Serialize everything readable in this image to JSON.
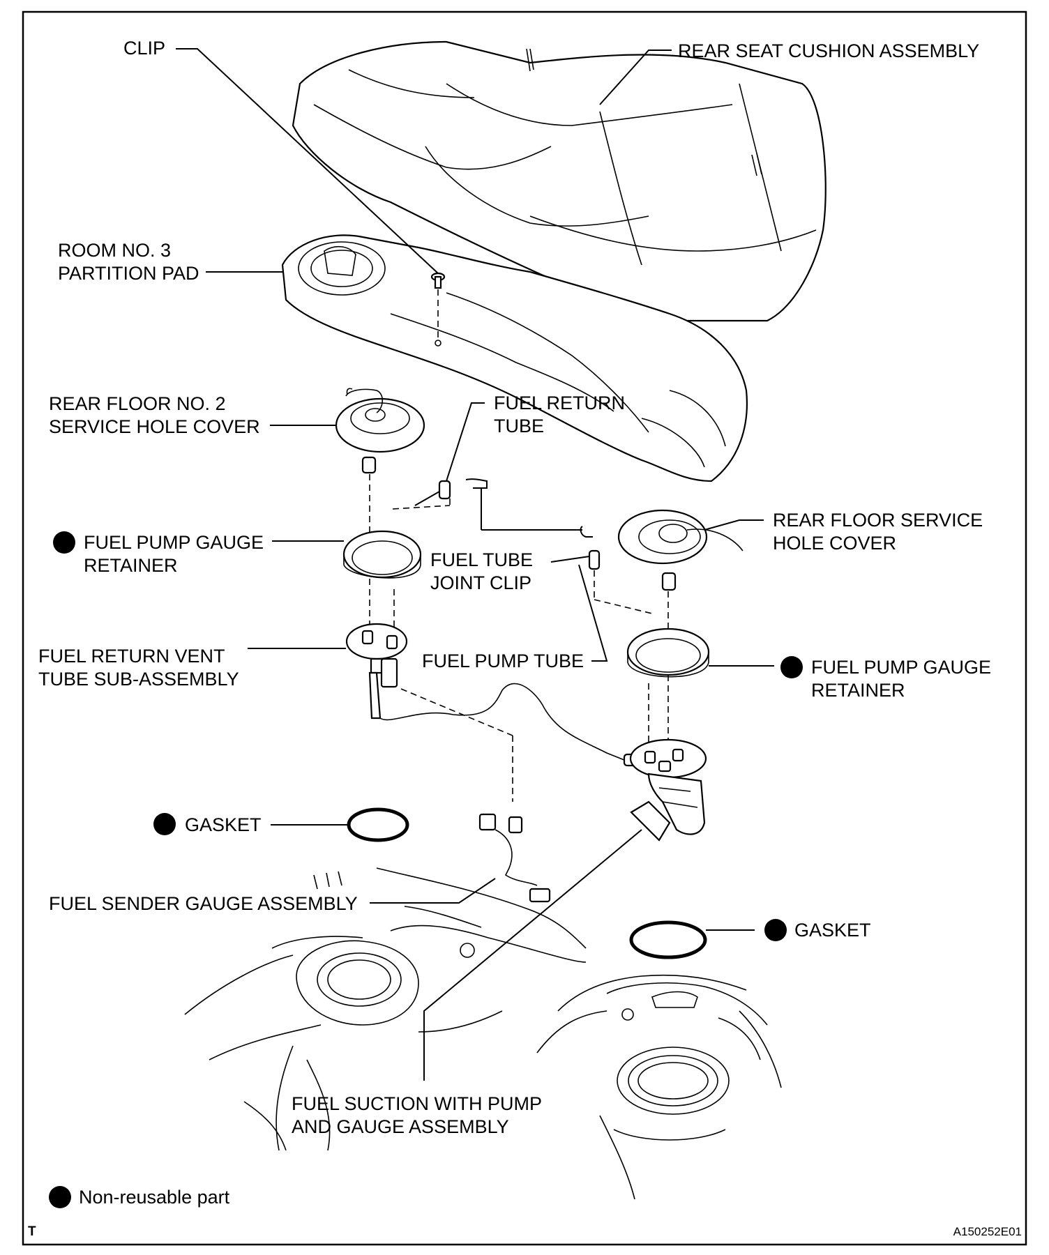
{
  "labels": {
    "clip": "CLIP",
    "rear_seat_cushion": "REAR SEAT CUSHION ASSEMBLY",
    "room_partition_pad_1": "ROOM NO. 3",
    "room_partition_pad_2": "PARTITION PAD",
    "rear_floor_no2_cover_1": "REAR FLOOR NO. 2",
    "rear_floor_no2_cover_2": "SERVICE HOLE COVER",
    "fuel_return_tube_1": "FUEL RETURN",
    "fuel_return_tube_2": "TUBE",
    "left_retainer_1": "FUEL PUMP GAUGE",
    "left_retainer_2": "RETAINER",
    "fuel_tube_joint_clip_1": "FUEL TUBE",
    "fuel_tube_joint_clip_2": "JOINT CLIP",
    "rear_floor_cover_1": "REAR FLOOR SERVICE",
    "rear_floor_cover_2": "HOLE COVER",
    "vent_tube_1": "FUEL RETURN VENT",
    "vent_tube_2": "TUBE SUB-ASSEMBLY",
    "fuel_pump_tube": "FUEL PUMP TUBE",
    "right_retainer_1": "FUEL PUMP GAUGE",
    "right_retainer_2": "RETAINER",
    "left_gasket": "GASKET",
    "fuel_sender": "FUEL SENDER GAUGE ASSEMBLY",
    "right_gasket": "GASKET",
    "fuel_suction_1": "FUEL SUCTION WITH PUMP",
    "fuel_suction_2": "AND GAUGE ASSEMBLY"
  },
  "legend": {
    "text": "Non-reusable part"
  },
  "corner": {
    "left": "T",
    "right": "A150252E01"
  }
}
